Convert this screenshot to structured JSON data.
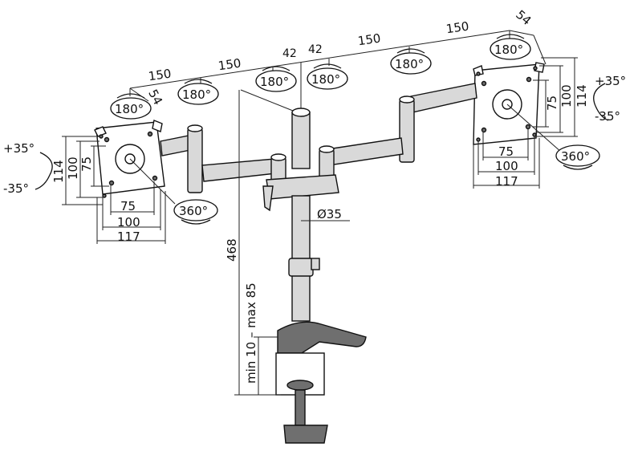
{
  "diagram": {
    "top_dims": {
      "left_outer": "150",
      "left_inner": "150",
      "center_left": "42",
      "center_right": "42",
      "right_inner": "150",
      "right_outer": "150",
      "left_offset": "54",
      "right_offset": "54"
    },
    "rotation_labels": {
      "rot_a": "180°",
      "rot_b": "180°",
      "rot_c": "180°",
      "rot_d": "180°",
      "rot_e": "180°",
      "rot_f": "180°",
      "swivel_left": "360°",
      "swivel_right": "360°"
    },
    "tilt": {
      "left_up": "+35°",
      "left_down": "-35°",
      "right_up": "+35°",
      "right_down": "-35°"
    },
    "vesa_left": {
      "h114": "114",
      "h100": "100",
      "h75": "75",
      "w75": "75",
      "w100": "100",
      "w117": "117"
    },
    "vesa_right": {
      "h75": "75",
      "h100": "100",
      "h114": "114",
      "w75": "75",
      "w100": "100",
      "w117": "117"
    },
    "pole": {
      "height": "468",
      "diameter": "Ø35",
      "clamp_range": "min 10 – max 85"
    }
  }
}
